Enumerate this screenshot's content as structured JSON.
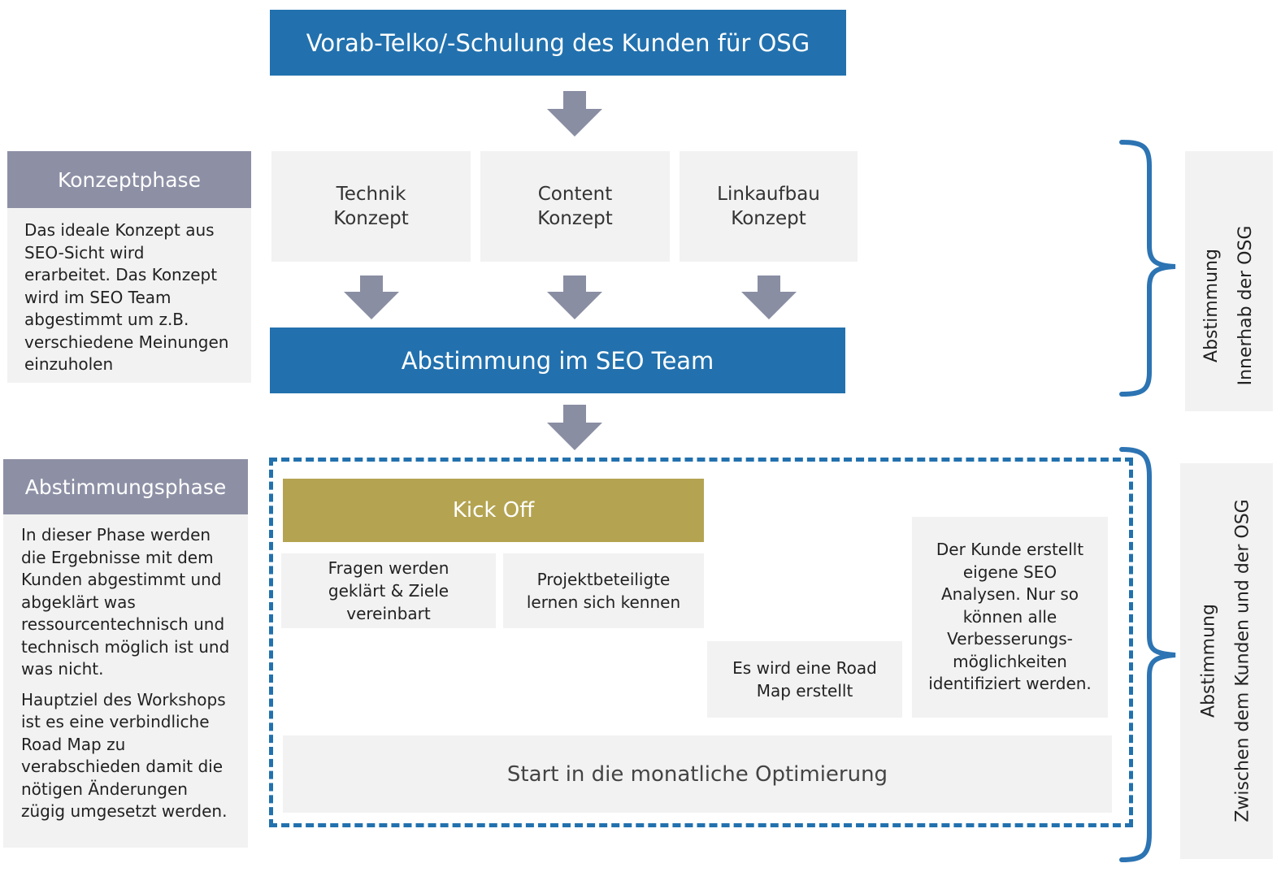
{
  "top_banner": "Vorab-Telko/-Schulung des Kunden für OSG",
  "concepts": [
    {
      "line1": "Technik",
      "line2": "Konzept"
    },
    {
      "line1": "Content",
      "line2": "Konzept"
    },
    {
      "line1": "Linkaufbau",
      "line2": "Konzept"
    }
  ],
  "team_banner": "Abstimmung im SEO Team",
  "konzeptphase": {
    "title": "Konzeptphase",
    "text": "Das ideale Konzept aus SEO-Sicht wird erarbeitet. Das Konzept wird im SEO Team abgestimmt um z.B. verschiedene Meinungen einzuholen"
  },
  "abstimmungsphase": {
    "title": "Abstimmungsphase",
    "text1": "In dieser Phase werden die Ergebnisse mit dem Kunden abgestimmt und abgeklärt was ressourcentechnisch und technisch möglich ist und was nicht.",
    "text2": "Hauptziel des Workshops ist es eine verbindliche Road Map zu verabschieden damit die nötigen Änderungen zügig umgesetzt werden."
  },
  "kickoff": {
    "title": "Kick Off",
    "box1": "Fragen werden geklärt & Ziele vereinbart",
    "box2": "Projektbeteiligte lernen sich kennen",
    "roadmap": "Es wird eine Road Map erstellt",
    "customer": "Der Kunde erstellt eigene SEO Analysen. Nur so können alle Verbesserungs-möglichkeiten identifiziert werden.",
    "start": "Start in die monatliche Optimierung"
  },
  "side_labels": {
    "upper_line1": "Abstimmung",
    "upper_line2": "Innerhab der OSG",
    "lower_line1": "Abstimmung",
    "lower_line2": "Zwischen dem Kunden und der OSG"
  },
  "colors": {
    "banner_blue": "#2271ae",
    "slate": "#8d90a5",
    "gold": "#b4a452",
    "light_grey": "#f2f2f2",
    "arrow": "#8a8ea3",
    "bracket": "#2c74b3"
  }
}
